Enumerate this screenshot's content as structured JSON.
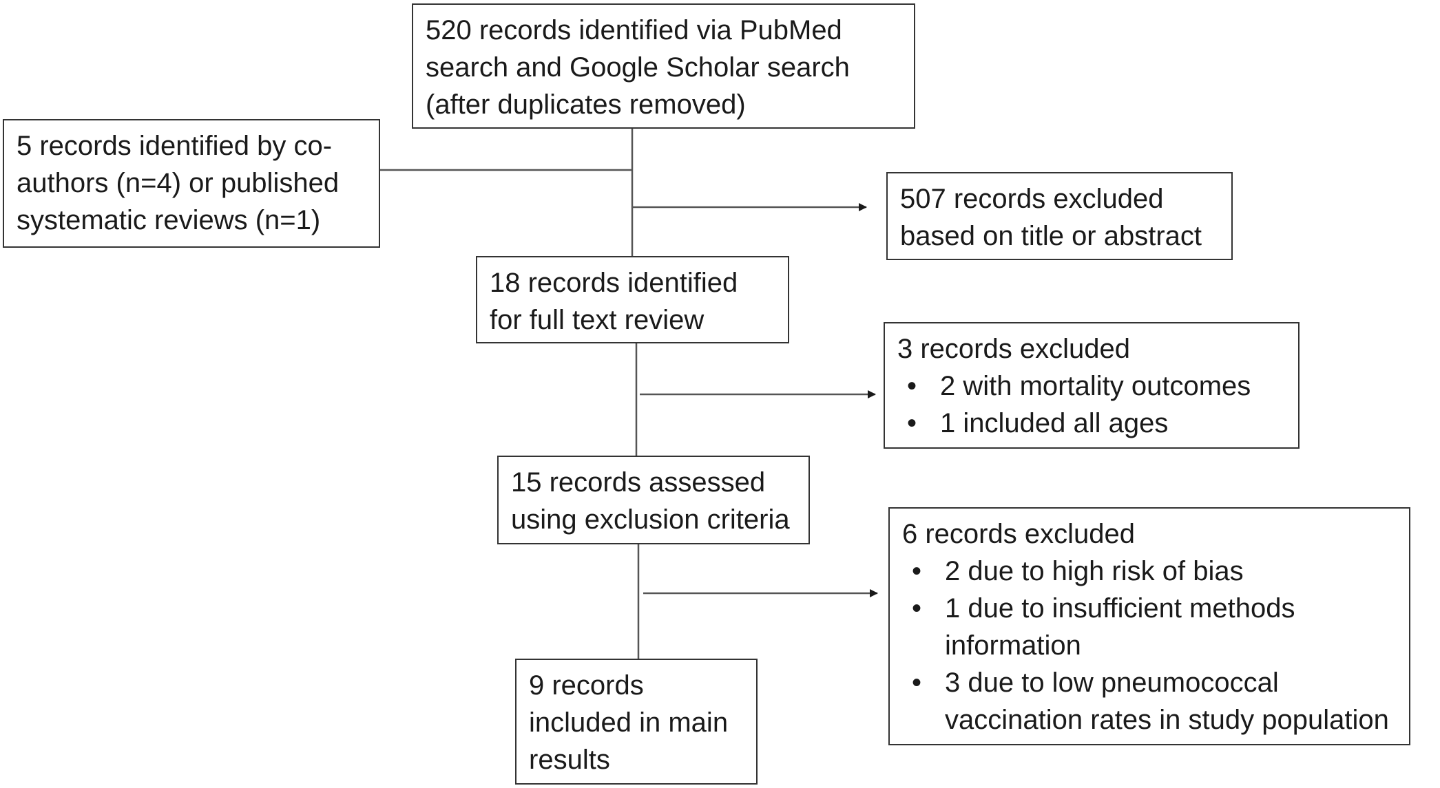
{
  "boxes": {
    "search": {
      "lines": [
        "520 records identified via PubMed",
        "search and Google Scholar search",
        "(after duplicates removed)"
      ]
    },
    "coauthors": {
      "lines": [
        "5 records identified by co-",
        "authors (n=4) or published",
        "systematic reviews (n=1)"
      ]
    },
    "excluded_title": {
      "lines": [
        "507 records excluded",
        "based on title or abstract"
      ]
    },
    "fulltext": {
      "lines": [
        "18 records identified",
        "for full text review"
      ]
    },
    "excluded_fulltext": {
      "heading": "3 records excluded",
      "bullet": "•",
      "items": [
        "2 with mortality outcomes",
        "1 included all ages"
      ]
    },
    "assessed": {
      "lines": [
        "15 records assessed",
        "using exclusion criteria"
      ]
    },
    "excluded_criteria": {
      "heading": "6 records excluded",
      "bullet": "•",
      "items": [
        [
          "2 due to high risk of bias"
        ],
        [
          "1 due to insufficient methods",
          "information"
        ],
        [
          "3 due to low pneumococcal",
          "vaccination rates in study population"
        ]
      ]
    },
    "included": {
      "lines": [
        "9 records",
        "included in main",
        "results"
      ]
    }
  }
}
